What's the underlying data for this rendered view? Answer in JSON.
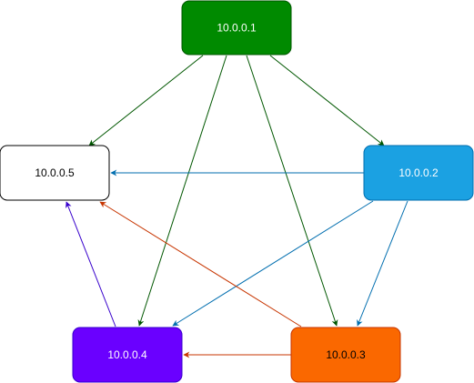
{
  "nodes": [
    {
      "id": "n1",
      "label": "10.0.0.1",
      "fill": "#008a00",
      "stroke": "#005700",
      "text_color": "#ffffff"
    },
    {
      "id": "n2",
      "label": "10.0.0.2",
      "fill": "#1ba1e2",
      "stroke": "#006eaf",
      "text_color": "#ffffff"
    },
    {
      "id": "n3",
      "label": "10.0.0.3",
      "fill": "#fa6800",
      "stroke": "#c73500",
      "text_color": "#000000"
    },
    {
      "id": "n4",
      "label": "10.0.0.4",
      "fill": "#6a00ff",
      "stroke": "#3700cc",
      "text_color": "#ffffff"
    },
    {
      "id": "n5",
      "label": "10.0.0.5",
      "fill": "#ffffff",
      "stroke": "#000000",
      "text_color": "#000000"
    }
  ],
  "edges": [
    {
      "from": "10.0.0.1",
      "to": "10.0.0.5",
      "color": "#005700"
    },
    {
      "from": "10.0.0.1",
      "to": "10.0.0.2",
      "color": "#005700"
    },
    {
      "from": "10.0.0.1",
      "to": "10.0.0.4",
      "color": "#005700"
    },
    {
      "from": "10.0.0.1",
      "to": "10.0.0.3",
      "color": "#005700"
    },
    {
      "from": "10.0.0.2",
      "to": "10.0.0.5",
      "color": "#006eaf"
    },
    {
      "from": "10.0.0.2",
      "to": "10.0.0.4",
      "color": "#006eaf"
    },
    {
      "from": "10.0.0.2",
      "to": "10.0.0.3",
      "color": "#006eaf"
    },
    {
      "from": "10.0.0.3",
      "to": "10.0.0.5",
      "color": "#c73500"
    },
    {
      "from": "10.0.0.3",
      "to": "10.0.0.4",
      "color": "#c73500"
    },
    {
      "from": "10.0.0.4",
      "to": "10.0.0.5",
      "color": "#3700cc"
    }
  ]
}
